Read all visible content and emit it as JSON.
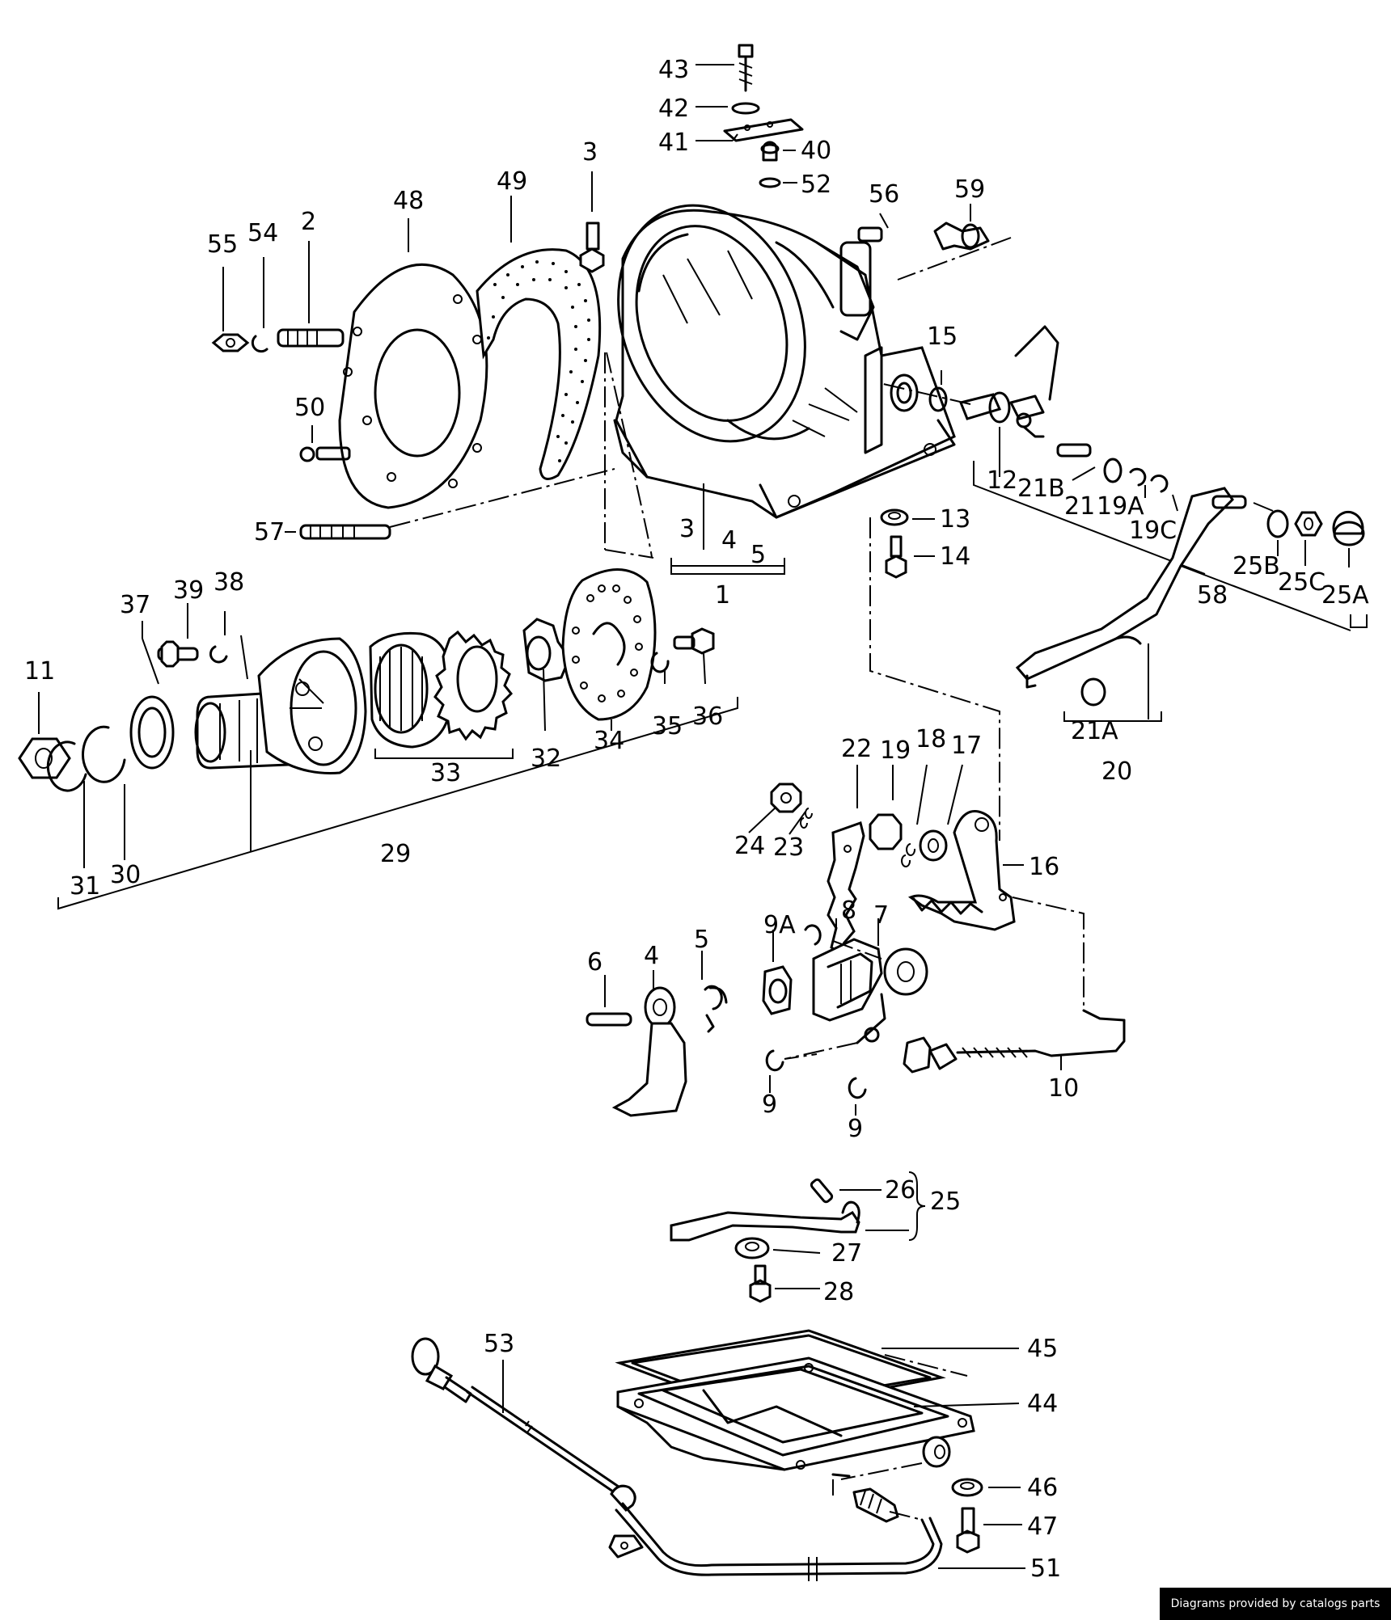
{
  "credit": "Diagrams provided by catalogs parts",
  "labels": {
    "l1": "1",
    "l2": "2",
    "l3a": "3",
    "l3b": "3",
    "l4a": "4",
    "l4b": "4",
    "l5a": "5",
    "l5b": "5",
    "l6": "6",
    "l7": "7",
    "l8": "8",
    "l9a": "9",
    "l9b": "9",
    "l9A": "9A",
    "l10": "10",
    "l11": "11",
    "l12": "12",
    "l13": "13",
    "l14": "14",
    "l15": "15",
    "l16": "16",
    "l17": "17",
    "l18": "18",
    "l19": "19",
    "l19A": "19A",
    "l19C": "19C",
    "l20": "20",
    "l21": "21",
    "l21A": "21A",
    "l21B": "21B",
    "l22": "22",
    "l23": "23",
    "l24": "24",
    "l25": "25",
    "l25A": "25A",
    "l25B": "25B",
    "l25C": "25C",
    "l26": "26",
    "l27": "27",
    "l28": "28",
    "l29": "29",
    "l30": "30",
    "l31": "31",
    "l32": "32",
    "l33": "33",
    "l34": "34",
    "l35": "35",
    "l36": "36",
    "l37": "37",
    "l38": "38",
    "l39": "39",
    "l40": "40",
    "l41": "41",
    "l42": "42",
    "l43": "43",
    "l44": "44",
    "l45": "45",
    "l46": "46",
    "l47": "47",
    "l48": "48",
    "l49": "49",
    "l50": "50",
    "l51": "51",
    "l52": "52",
    "l53": "53",
    "l54": "54",
    "l55": "55",
    "l56": "56",
    "l57": "57",
    "l58": "58",
    "l59": "59"
  }
}
